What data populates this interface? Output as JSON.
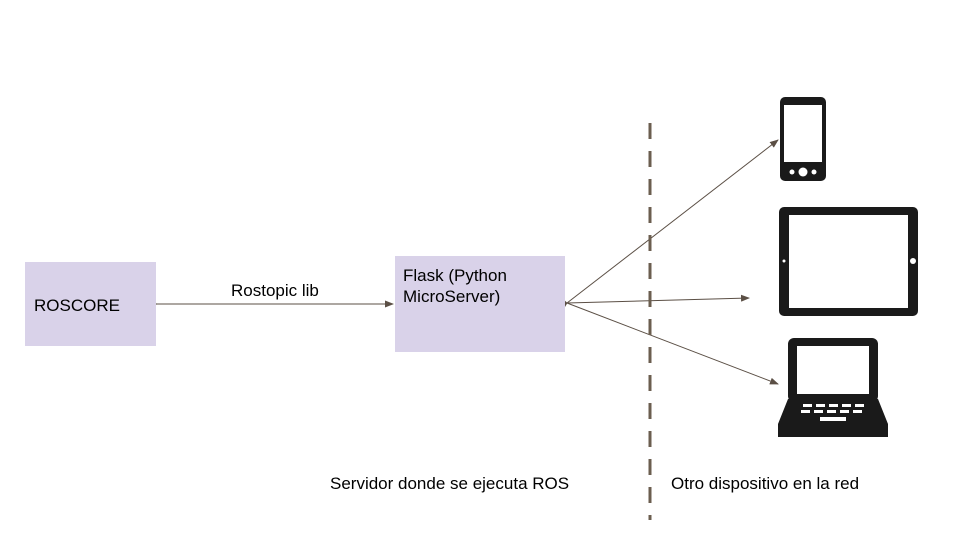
{
  "nodes": {
    "roscore": {
      "label": "ROSCORE"
    },
    "flask": {
      "line1": "Flask (Python",
      "line2": "MicroServer)"
    }
  },
  "edges": {
    "rostopic": {
      "label": "Rostopic lib"
    }
  },
  "zones": {
    "server": "Servidor donde se ejecuta ROS",
    "other": "Otro dispositivo en la red"
  },
  "devices": [
    {
      "icon": "smartphone-icon"
    },
    {
      "icon": "tablet-icon"
    },
    {
      "icon": "laptop-icon"
    }
  ],
  "colors": {
    "box_fill": "#d9d2e9",
    "arrow": "#5b4f45",
    "divider": "#6b5e4f",
    "device": "#1a1a1a"
  }
}
